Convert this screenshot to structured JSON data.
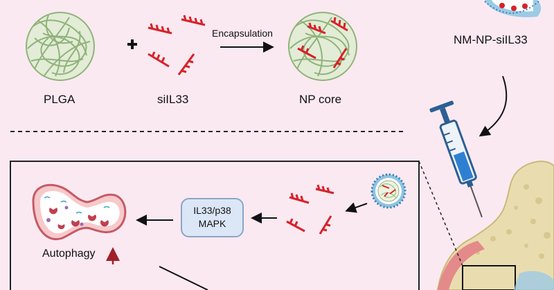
{
  "labels": {
    "plga": "PLGA",
    "siil33": "siIL33",
    "encapsulation": "Encapsulation",
    "np_core": "NP core",
    "nm_np": "NM-NP-siIL33",
    "pathway_line1": "IL33/p38",
    "pathway_line2": "MAPK",
    "autophagy": "Autophagy"
  },
  "symbols": {
    "plus": "+"
  },
  "colors": {
    "background": "#fbe9f1",
    "plga_fill": "#e3ecd6",
    "plga_strand": "#8fb37a",
    "sirna_red": "#d7222a",
    "panel_border": "#222222",
    "pathway_box": "#dbe6f6",
    "cell_fill": "#f7c9cb",
    "cell_border": "#c55a66",
    "syringe_blue": "#2f7fd1",
    "bone": "#e9ddb0"
  },
  "icons": [
    "plga-sphere-icon",
    "sirna-icon",
    "np-core-icon",
    "nanoparticle-icon",
    "syringe-icon",
    "cell-icon",
    "bone-joint-icon",
    "up-arrow-icon"
  ]
}
